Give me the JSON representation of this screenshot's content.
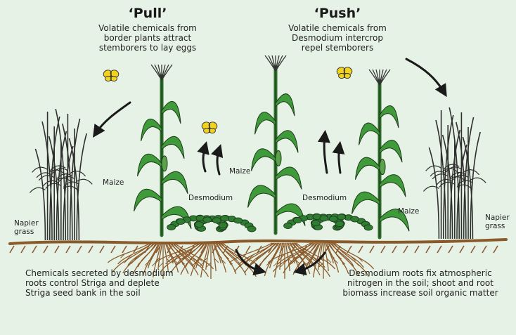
{
  "colors": {
    "background": "#e7f2e6",
    "soil": "#8a5a2b",
    "root": "#8a5a2b",
    "leaf": "#3f9a3a",
    "leaf_outline": "#1d3b1a",
    "grass": "#2f2f2f",
    "moth": "#f2d21b"
  },
  "pull": {
    "heading": "‘Pull’",
    "description_lines": [
      "Volatile chemicals from",
      "border plants attract",
      "stemborers to lay eggs"
    ]
  },
  "push": {
    "heading": "‘Push’",
    "description_lines": [
      "Volatile chemicals from",
      "Desmodium intercrop",
      "repel stemborers"
    ]
  },
  "labels": {
    "maize_left": "Maize",
    "maize_center": "Maize",
    "maize_right": "Maize",
    "desmodium_left": "Desmodium",
    "desmodium_right": "Desmodium",
    "napier_left_lines": [
      "Napier",
      "grass"
    ],
    "napier_right_lines": [
      "Napier",
      "grass"
    ]
  },
  "captions": {
    "left_lines": [
      "Chemicals secreted by desmodium",
      "roots control Striga and deplete",
      "Striga seed bank in the soil"
    ],
    "right_lines": [
      "Desmodium roots fix atmospheric",
      "nitrogen in the soil; shoot and root",
      "biomass increase soil organic matter"
    ]
  },
  "icons": {
    "moth": "moth-icon",
    "arrow": "arrow-icon"
  }
}
